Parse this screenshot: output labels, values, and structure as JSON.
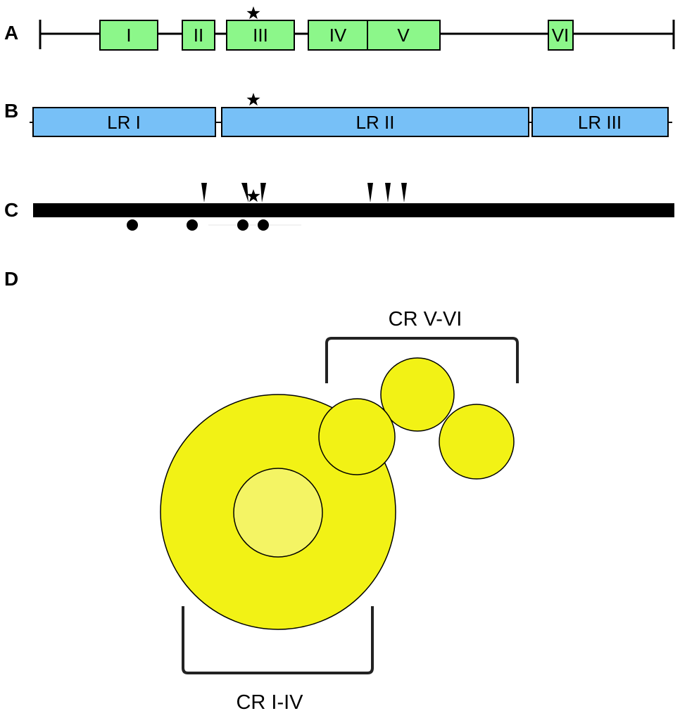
{
  "panels": {
    "a": {
      "label": "A",
      "domains": [
        "I",
        "II",
        "III",
        "IV",
        "V",
        "VI"
      ],
      "color": "#8cf78a"
    },
    "b": {
      "label": "B",
      "regions": [
        "LR I",
        "LR II",
        "LR III"
      ],
      "color": "#77c0f7"
    },
    "c": {
      "label": "C"
    },
    "d": {
      "label": "D",
      "bracket_top": "CR V-VI",
      "bracket_bottom": "CR I-IV",
      "color_outer": "#f2f215",
      "color_inner": "#f4f464"
    }
  },
  "marker_icon": "star-icon"
}
